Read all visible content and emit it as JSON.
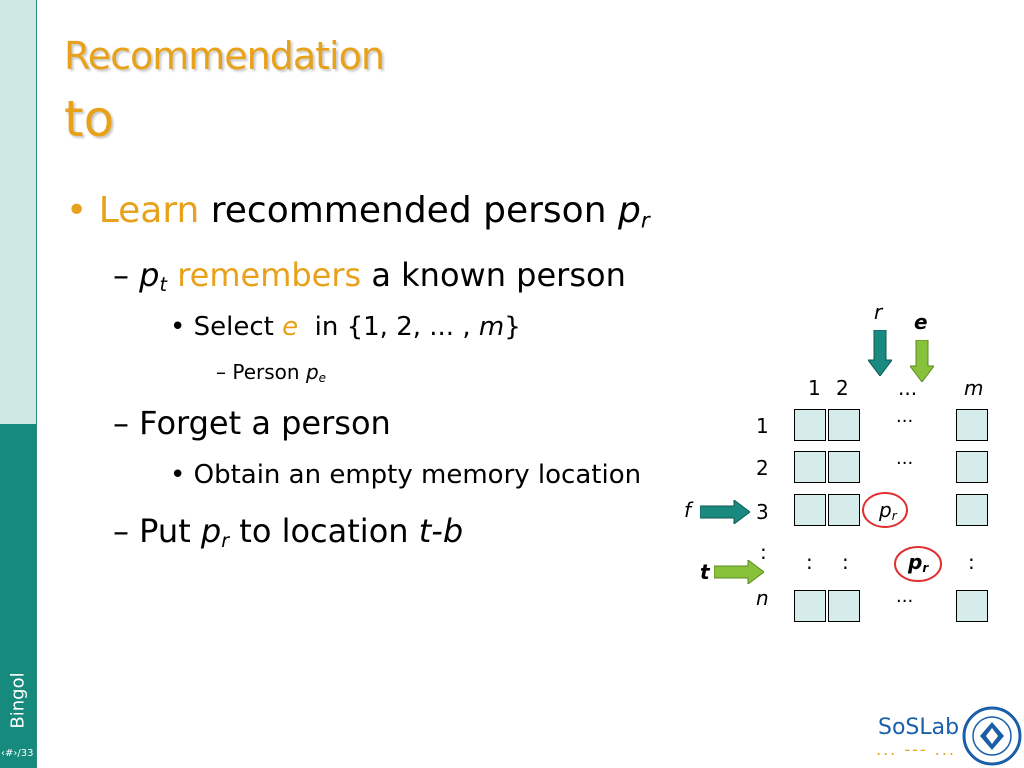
{
  "sidebar": {
    "label": "Bingol",
    "slide_number": "‹#›/33"
  },
  "title": {
    "line1": "Recommendation",
    "line2": "to"
  },
  "bullets": {
    "b1": {
      "word1": "Learn",
      "rest": " recommended person ",
      "var": "p",
      "sub": "r"
    },
    "b2": {
      "var": "p",
      "sub": "t",
      "word": " remembers",
      "rest": " a known person"
    },
    "b3": {
      "pre": "Select ",
      "var": "e",
      "mid": "  in {1, 2, ... , ",
      "m": "m",
      "post": "}"
    },
    "b4": {
      "pre": "Person ",
      "var": "p",
      "sub": "e"
    },
    "b5": {
      "text": "Forget a person"
    },
    "b6": {
      "text": "Obtain an empty memory location"
    },
    "b7": {
      "pre": "Put ",
      "var": "p",
      "sub": "r",
      "mid": " to location ",
      "loc": "t-b"
    }
  },
  "diagram": {
    "top_arrows": {
      "r": "r",
      "e": "e"
    },
    "cols": {
      "c1": "1",
      "c2": "2",
      "dots": "...",
      "m": "m"
    },
    "rows": {
      "r1": "1",
      "r2": "2",
      "r3": "3",
      "colon": ":",
      "n": "n"
    },
    "side_arrows": {
      "f": "f",
      "t": "t"
    },
    "ellipsis": "...",
    "colon": ":",
    "pr_var": "p",
    "pr_sub": "r",
    "colors": {
      "cell": "#d6ecea",
      "arrow_teal": "#1a8a80",
      "arrow_green": "#88c23a",
      "circle": "#e03030"
    }
  },
  "logo": {
    "text": "SoSLab",
    "dots": "... --- ..."
  }
}
